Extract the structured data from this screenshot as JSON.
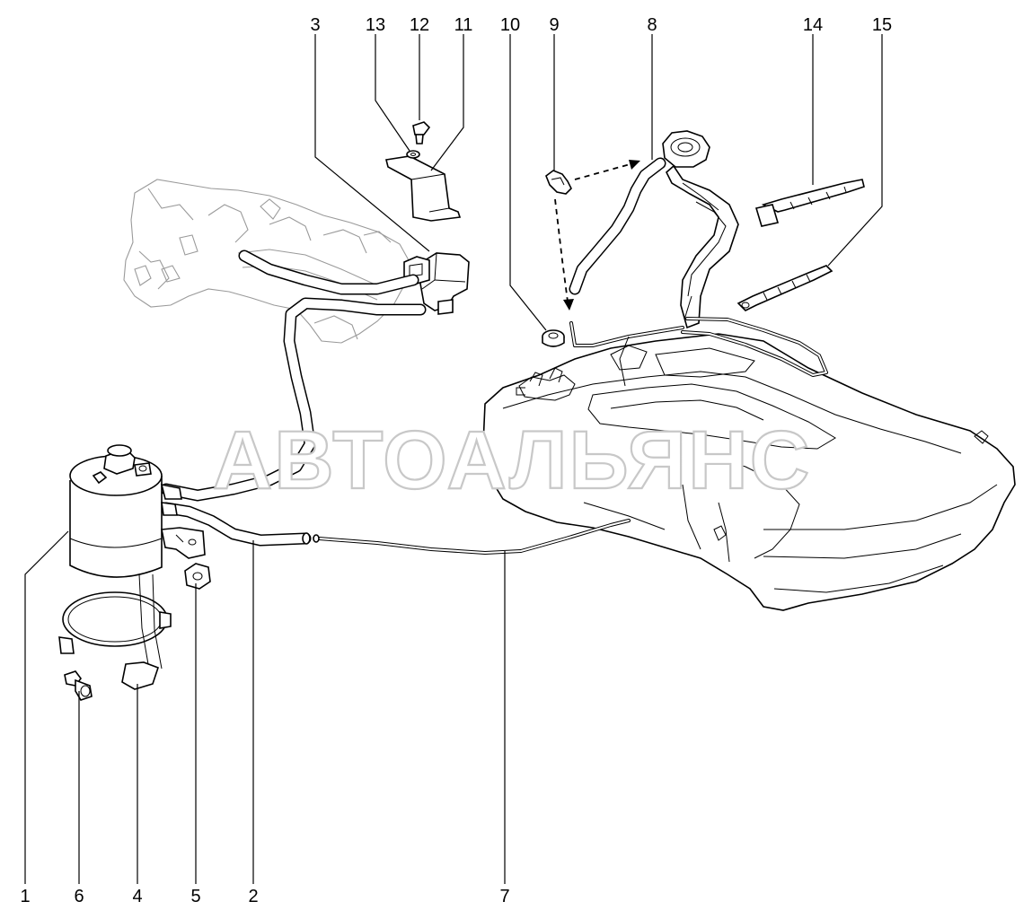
{
  "watermark": "АВТОАЛЬЯНС",
  "callouts": {
    "c1": "1",
    "c2": "2",
    "c3": "3",
    "c4": "4",
    "c5": "5",
    "c6": "6",
    "c7": "7",
    "c8": "8",
    "c9": "9",
    "c10": "10",
    "c11": "11",
    "c12": "12",
    "c13": "13",
    "c14": "14",
    "c15": "15"
  },
  "colors": {
    "line": "#000000",
    "background": "#ffffff",
    "faint": "#9a9a9a",
    "watermark_stroke": "#c8c8c8"
  }
}
